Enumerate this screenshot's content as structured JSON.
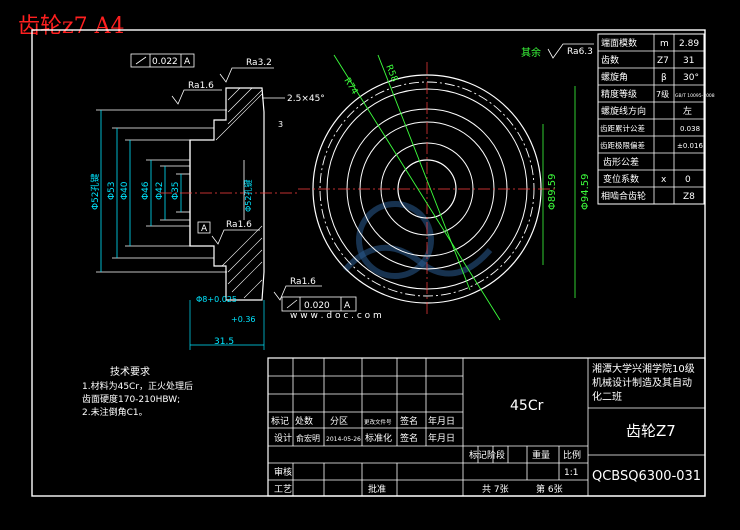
{
  "sheet_title": "齿轮z7 A4",
  "section_view": {
    "roughness_top": "Ra3.2",
    "tolerance_1": {
      "value": "0.022",
      "datum": "A"
    },
    "roughness_left": "Ra1.6",
    "chamfer": "2.5×45°",
    "dim_3": "3",
    "dims_vertical": [
      "Φ52孔键",
      "Φ53",
      "Φ40",
      "Φ46",
      "Φ42",
      "Φ35"
    ],
    "keyway": "Φ52孔键",
    "datum": "A",
    "roughness_bore": "Ra1.6",
    "roughness_bottom": "Ra1.6",
    "tolerance_2": {
      "value": "0.020",
      "datum": "A"
    },
    "dim_bottom_1": "Φ8+0.025",
    "dim_bottom_2": "+0.36",
    "dim_width": "31.5"
  },
  "front_view": {
    "rest_label": "其余",
    "rest_roughness": "Ra6.3",
    "dia_large": "Φ94.59",
    "dia_mid": "Φ89.59",
    "label_r1": "R74",
    "label_r2": "R58"
  },
  "param_table": [
    {
      "name": "端面模数",
      "sym": "m",
      "val": "2.89"
    },
    {
      "name": "齿数",
      "sym": "Z7",
      "val": "31"
    },
    {
      "name": "螺旋角",
      "sym": "β",
      "val": "30°"
    },
    {
      "name": "精度等级",
      "sym": "7级",
      "val": "GB/T 10095-2008"
    },
    {
      "name": "螺旋线方向",
      "sym": "",
      "val": "左"
    },
    {
      "name": "齿距累计公差",
      "sym": "",
      "val": "0.038"
    },
    {
      "name": "齿距极限偏差",
      "sym": "",
      "val": "±0.016"
    },
    {
      "name": "齿形公差",
      "sym": "",
      "val": ""
    },
    {
      "name": "变位系数",
      "sym": "x",
      "val": "0"
    },
    {
      "name": "相啮合齿轮",
      "sym": "",
      "val": "Z8"
    }
  ],
  "tech_req": {
    "title": "技术要求",
    "lines": [
      "1.材料为45Cr，正火处理后",
      "齿面硬度170-210HBW;",
      "2.未注倒角C1。"
    ]
  },
  "title_block": {
    "material": "45Cr",
    "school": "湘潭大学兴湘学院10级机械设计制造及其自动化二班",
    "part_name": "齿轮Z7",
    "drawing_no": "QCBSQ6300-031",
    "row_labels": [
      "标记",
      "处数",
      "分区",
      "更改文件号",
      "签名",
      "年月日"
    ],
    "designer_label": "设计",
    "designer_name": "俞宏明",
    "design_date": "2014-05-26",
    "std_label": "标准化",
    "sign_label": "签名",
    "date_label": "年月日",
    "stage_label": "标记阶段",
    "weight_label": "重量",
    "scale_label": "比例",
    "scale": "1:1",
    "review_label": "审核",
    "process_label": "工艺",
    "approve_label": "批准",
    "sheets": "共 7张",
    "sheet_no": "第 6张"
  }
}
